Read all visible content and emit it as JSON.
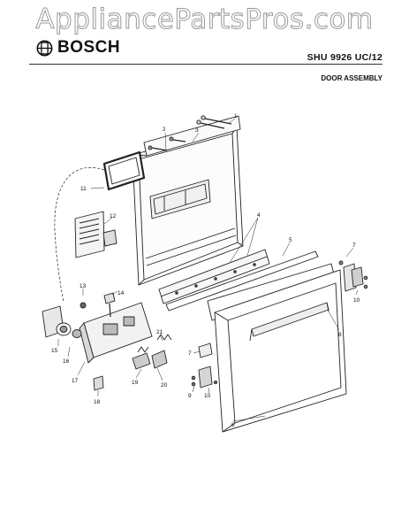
{
  "watermark": "AppliancePartsPros.com",
  "brand": {
    "name": "BOSCH",
    "logo_icon": "bosch-armature-logo-icon"
  },
  "model": "SHU 9926 UC/12",
  "section_title": "DOOR ASSEMBLY",
  "callouts": [
    "1",
    "2",
    "3",
    "4",
    "5",
    "6",
    "7",
    "8",
    "9",
    "10",
    "11",
    "12",
    "13",
    "14",
    "15",
    "16",
    "17",
    "18",
    "19",
    "20",
    "21"
  ],
  "colors": {
    "ink": "#111111",
    "watermark_outline": "#9a9a9a"
  }
}
